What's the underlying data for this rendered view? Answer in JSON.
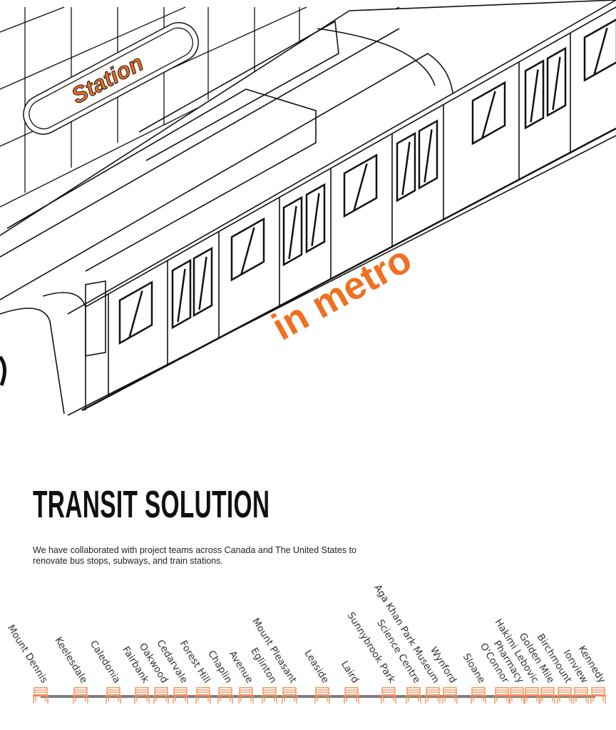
{
  "hero": {
    "sign_text": "Station",
    "tagline": "in metro",
    "accent": "#f07020"
  },
  "section": {
    "title": "TRANSIT SOLUTION",
    "description": "We have collaborated with project teams across Canada and The United States to renovate bus stops, subways, and train stations."
  },
  "stations": [
    "Mount Dennis",
    "Keelesdale",
    "Caledonia",
    "Fairbank",
    "Oakwood",
    "Cedarvale",
    "Forest Hill",
    "Chaplin",
    "Avenue",
    "Eglinton",
    "Mount Pleasant",
    "Leaside",
    "Laird",
    "Sunnybrook Park",
    "Science Centre",
    "Aga Khan Park Museum",
    "Wynford",
    "Sloane",
    "O'Connor",
    "Pharmacy",
    "Hakimi Lebovic",
    "Golden Mile",
    "Birchmount",
    "Ionview",
    "Kennedy"
  ],
  "colors": {
    "bench": "#f08a55",
    "track": "#7d7d7d"
  }
}
